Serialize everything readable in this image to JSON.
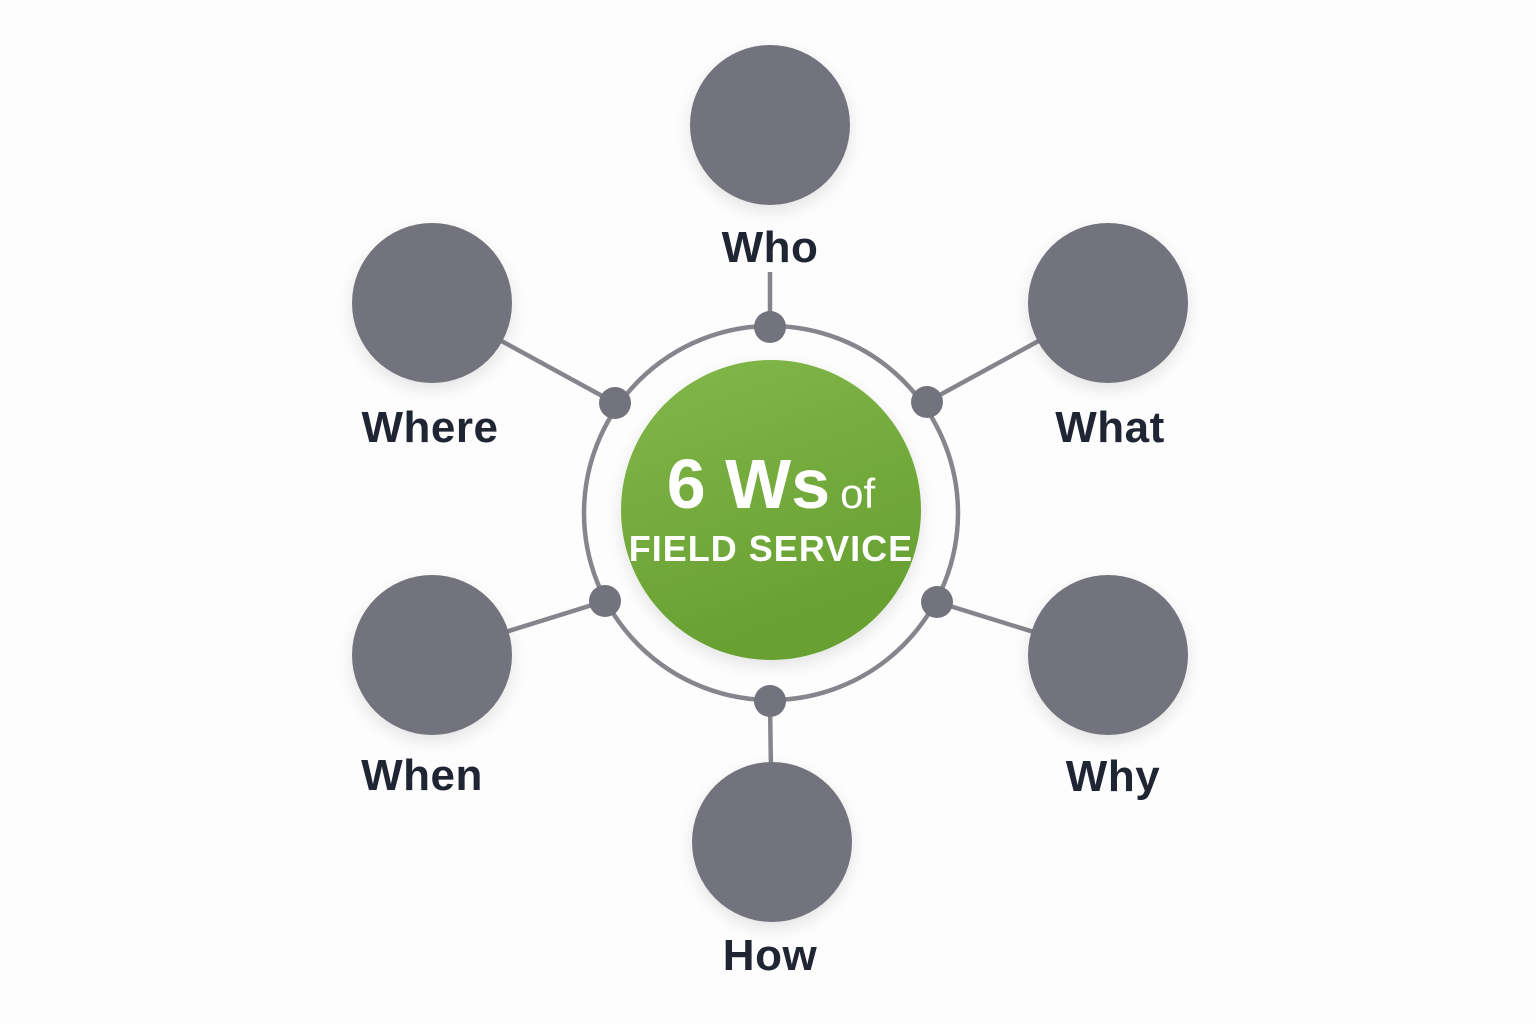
{
  "center": {
    "line1_big": "6 Ws",
    "line1_small": "of",
    "line2": "FIELD SERVICE"
  },
  "nodes": [
    {
      "id": "who",
      "label": "Who"
    },
    {
      "id": "what",
      "label": "What"
    },
    {
      "id": "why",
      "label": "Why"
    },
    {
      "id": "how",
      "label": "How"
    },
    {
      "id": "when",
      "label": "When"
    },
    {
      "id": "where",
      "label": "Where"
    }
  ],
  "colors": {
    "green_light": "#83b74a",
    "green_dark": "#67a031",
    "gray_circle": "#73737d",
    "connector_gray": "#85858c",
    "label_text": "#1f2533",
    "center_text": "#ffffff",
    "background": "#fdfdfe"
  }
}
